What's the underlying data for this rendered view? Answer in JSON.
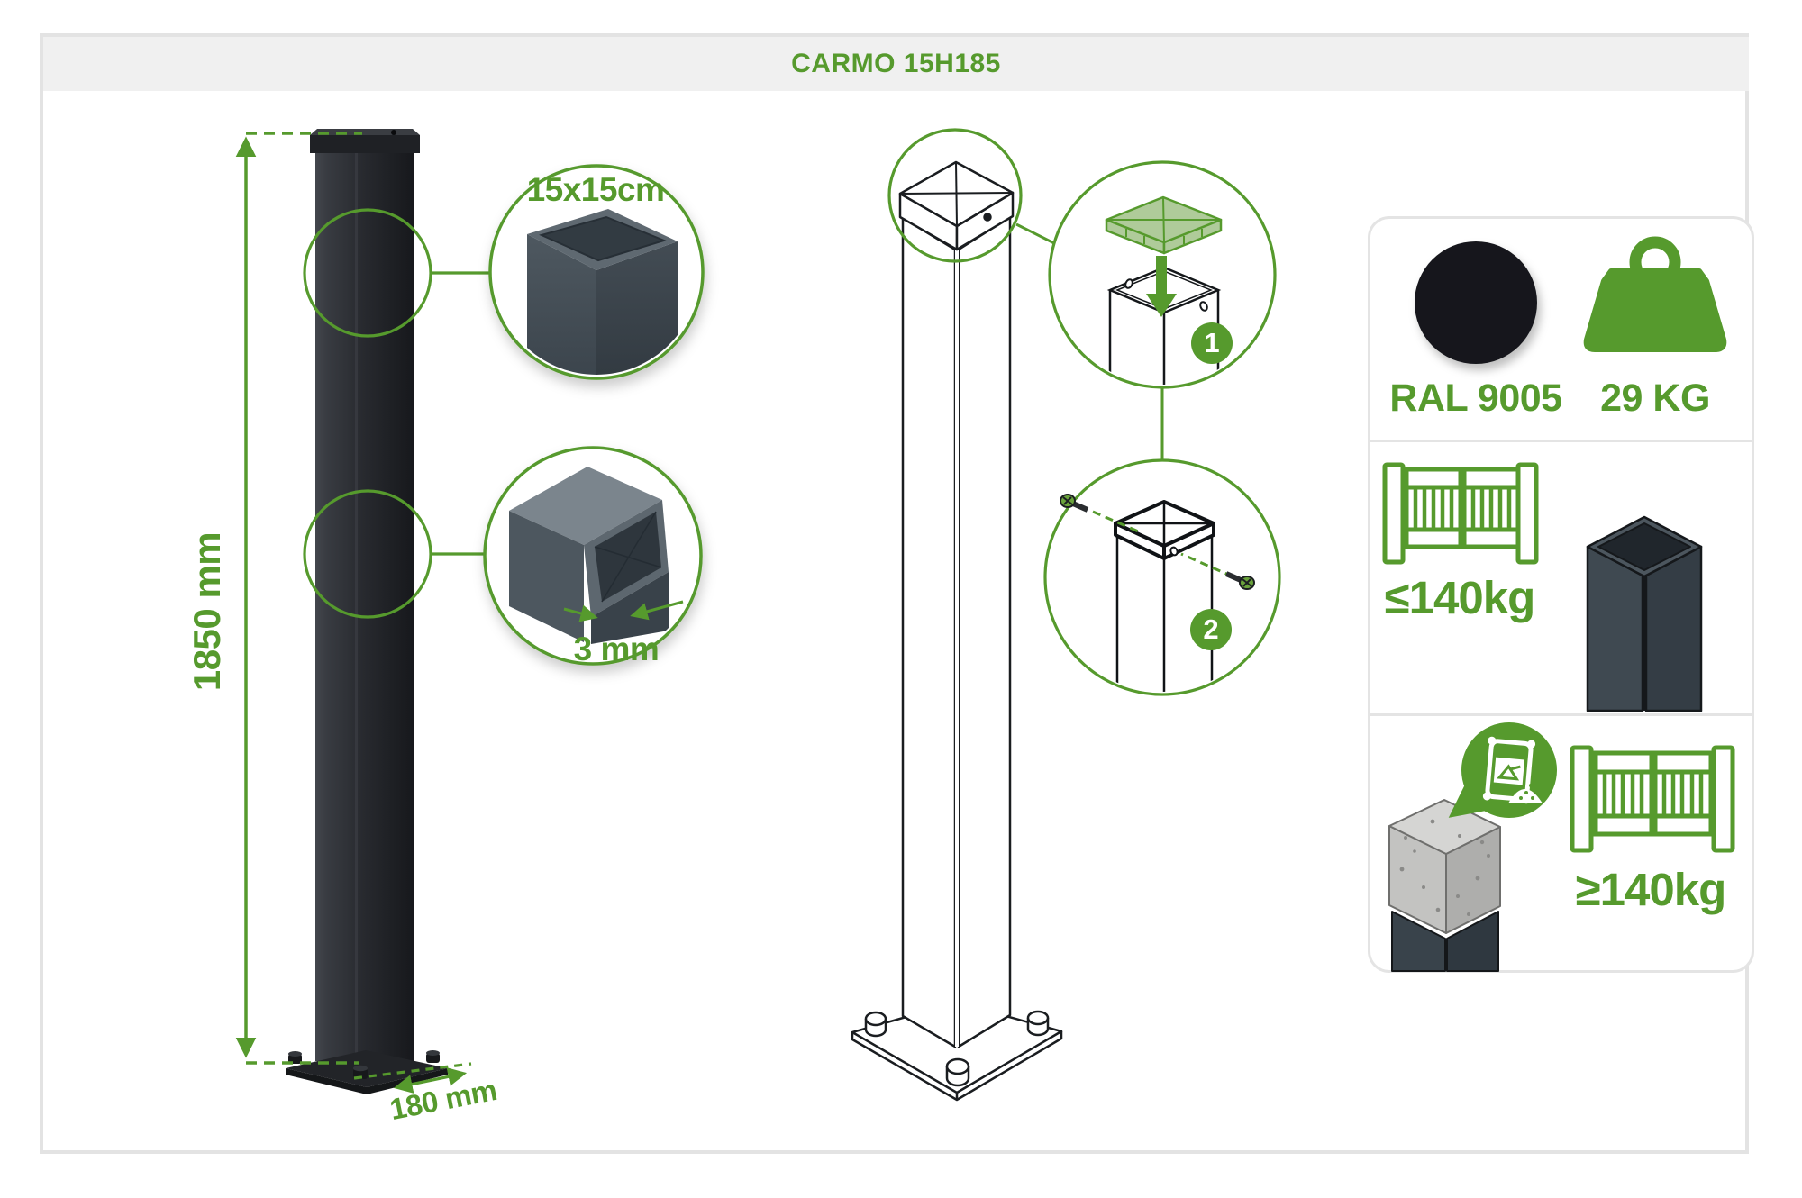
{
  "title": "CARMO 15H185",
  "left_figure": {
    "height": "1850 mm",
    "base_width": "180 mm",
    "profile": "15x15cm",
    "wall_thickness": "3 mm"
  },
  "assembly_steps": {
    "step1": "1",
    "step2": "2"
  },
  "spec_card": {
    "color_name": "RAL 9005",
    "weight": "29 KG",
    "gate_weight_max": "≤140kg",
    "gate_weight_min_concrete": "≥140kg"
  },
  "colors": {
    "accent_green": "#569A2D",
    "light_green_cap": "#AFCB9A",
    "ral9005_black": "#14161A",
    "panel_border_gray": "#E4E4E4",
    "header_gray": "#F0F0F0"
  }
}
